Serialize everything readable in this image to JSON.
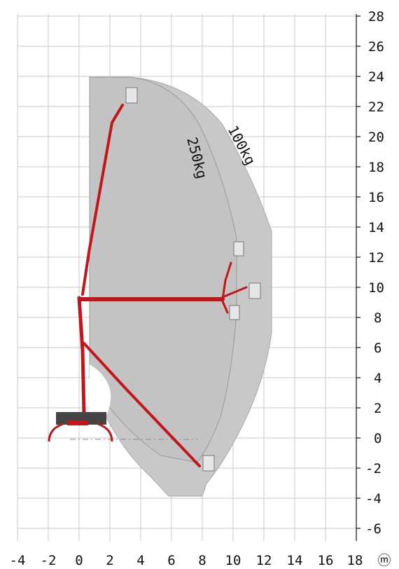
{
  "diagram": {
    "x_ticks": [
      "-4",
      "-2",
      "0",
      "2",
      "4",
      "6",
      "8",
      "10",
      "12",
      "14",
      "16",
      "18"
    ],
    "x_unit": "ⓜ",
    "y_ticks": [
      "28",
      "26",
      "24",
      "22",
      "20",
      "18",
      "16",
      "14",
      "12",
      "10",
      "8",
      "6",
      "4",
      "2",
      "0",
      "-2",
      "-4",
      "-6"
    ],
    "zones": [
      {
        "label": "100kg"
      },
      {
        "label": "250kg"
      }
    ],
    "colors": {
      "boom": "#c0161c",
      "outer_zone": "#c8c8c8",
      "inner_zone": "#c4c4c4",
      "grid": "#c9c9c9"
    }
  }
}
